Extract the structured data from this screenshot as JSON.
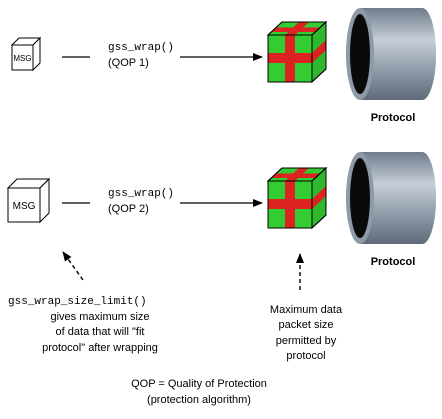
{
  "rows": [
    {
      "message_label": "MSG",
      "call": "gss_wrap()",
      "qop": "(QOP 1)",
      "protocol_label": "Protocol"
    },
    {
      "message_label": "MSG",
      "call": "gss_wrap()",
      "qop": "(QOP 2)",
      "protocol_label": "Protocol"
    }
  ],
  "notes": {
    "size_limit": {
      "call": "gss_wrap_size_limit()",
      "line1": "gives maximum size",
      "line2": "of data that will \"fit",
      "line3": "protocol\" after wrapping"
    },
    "packet": {
      "line1": "Maximum data",
      "line2": "packet size",
      "line3": "permitted by",
      "line4": "protocol"
    }
  },
  "footer": {
    "line1": "QOP = Quality of Protection",
    "line2": "(protection algorithm)"
  },
  "colors": {
    "package_fill": "#33cc33",
    "package_ribbon": "#dd2222",
    "pipe_fill": "#7d8a99",
    "pipe_highlight": "#c7cfd8",
    "pipe_opening": "#0a0a0a"
  }
}
